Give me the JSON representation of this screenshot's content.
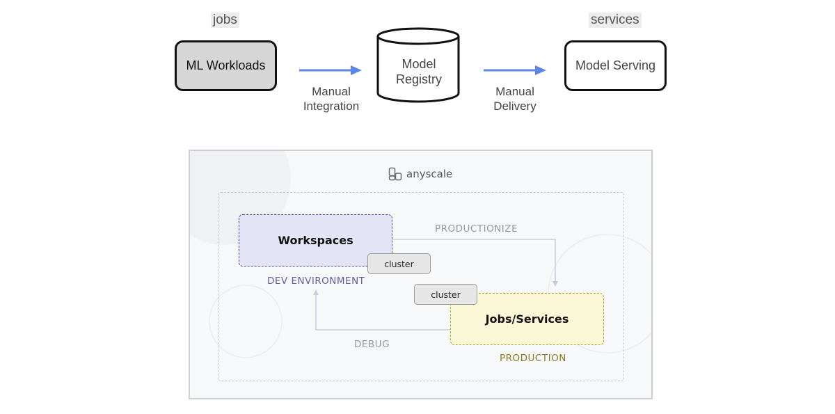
{
  "top": {
    "left_tag": "jobs",
    "right_tag": "services",
    "ml_workloads": "ML Workloads",
    "model_registry_line1": "Model",
    "model_registry_line2": "Registry",
    "model_serving": "Model Serving",
    "arrow1_line1": "Manual",
    "arrow1_line2": "Integration",
    "arrow2_line1": "Manual",
    "arrow2_line2": "Delivery",
    "arrow_color": "#5a86e6"
  },
  "anyscale": {
    "brand": "anyscale",
    "workspaces": "Workspaces",
    "dev_environment": "DEV ENVIRONMENT",
    "jobs_services": "Jobs/Services",
    "production": "PRODUCTION",
    "cluster_top": "cluster",
    "cluster_bottom": "cluster",
    "productionize": "PRODUCTIONIZE",
    "debug": "DEBUG",
    "dev_color": "#5a5fa0",
    "prod_color": "#8a7a1e"
  }
}
